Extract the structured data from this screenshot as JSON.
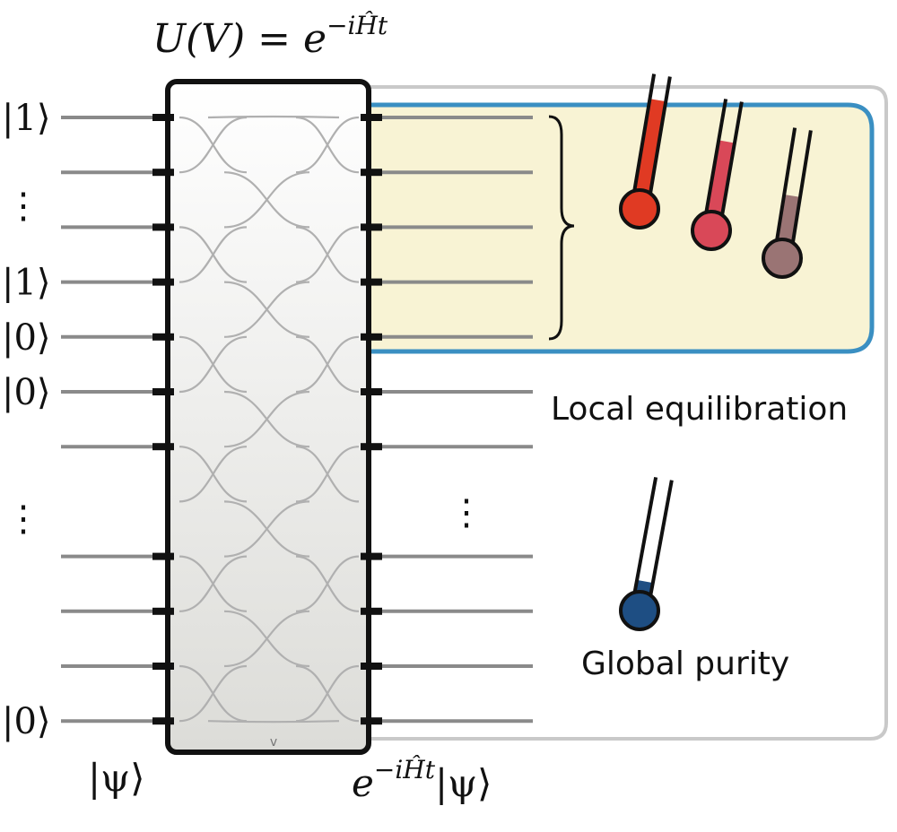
{
  "title_formula": {
    "lhs": "U(V) = e",
    "exponent": "−iĤt"
  },
  "input_labels": [
    {
      "text": "|1⟩",
      "row": 0
    },
    {
      "text": "⋮",
      "row": 1.6
    },
    {
      "text": "|1⟩",
      "row": 3
    },
    {
      "text": "|0⟩",
      "row": 4
    },
    {
      "text": "|0⟩",
      "row": 5
    },
    {
      "text": "⋮",
      "row": 7.3
    },
    {
      "text": "|0⟩",
      "row": 11
    }
  ],
  "output_dots": "⋮",
  "bottom_left_label": "|ψ⟩",
  "bottom_right_label": {
    "base": "e",
    "exponent": "−iĤt",
    "suffix": "|ψ⟩"
  },
  "local_label": "Local equilibration",
  "global_label": "Global purity",
  "thermometers_local": [
    {
      "name": "thermometer-red",
      "color": "#e03a23",
      "fill_level": 0.7
    },
    {
      "name": "thermometer-pink",
      "color": "#d94858",
      "fill_level": 0.55
    },
    {
      "name": "thermometer-mauve",
      "color": "#9a7474",
      "fill_level": 0.35
    }
  ],
  "thermometer_global": {
    "name": "thermometer-blue",
    "color": "#1e4e83",
    "fill_level": 0.1
  },
  "colors": {
    "wire": "#8a8a8a",
    "box_border": "#111111",
    "highlight_border": "#3a8fc2",
    "highlight_fill": "#f8f3d4",
    "outer_border": "#c9c9c9",
    "crossing": "#b0b0b0"
  }
}
